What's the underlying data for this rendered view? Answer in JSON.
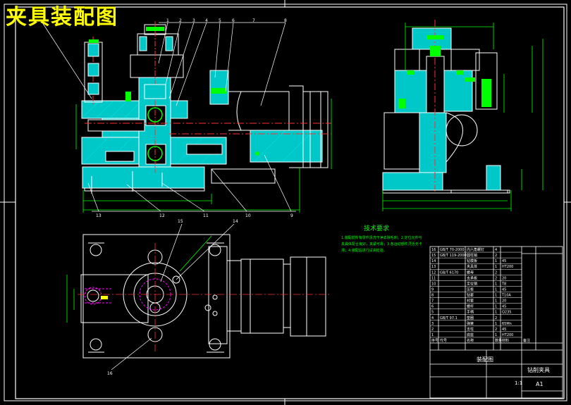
{
  "drawing": {
    "title": "夹具装配图",
    "scale_label": "1:1",
    "sheet_size": "A1",
    "notes_title": "技术要求",
    "notes_body": "1.装配前所有零件清洗干净去除毛刺；2.定位元件与夹具体配合良好，夹紧可靠；3.各运动部件灵活无卡滞；4.装配后进行试夹检验。",
    "assembly_name": "装配图",
    "fixture_name": "钻削夹具"
  },
  "colors": {
    "background": "#000000",
    "frame": "#ffffff",
    "outline": "#ffffff",
    "section_fill": "#00c8c8",
    "dimension": "#00ff00",
    "leader": "#ffffff",
    "hidden": "#ff00ff",
    "center": "#ff3030",
    "highlight": "#ffff00"
  },
  "balloons_top": [
    "1",
    "2",
    "3",
    "4",
    "5",
    "6",
    "7",
    "8"
  ],
  "balloons_bottom": [
    "13",
    "12",
    "11",
    "10",
    "9"
  ],
  "balloons_plan": [
    "15",
    "14",
    "16"
  ],
  "bom_rows": [
    [
      "16",
      "GB/T 70-2000",
      "内六角螺钉",
      "4",
      "",
      ""
    ],
    [
      "15",
      "GB/T 119-2000",
      "圆柱销",
      "2",
      "",
      ""
    ],
    [
      "14",
      "",
      "钻模板",
      "1",
      "45",
      ""
    ],
    [
      "13",
      "",
      "夹具体",
      "1",
      "HT200",
      ""
    ],
    [
      "12",
      "GB/T 6170",
      "螺母",
      "2",
      "",
      ""
    ],
    [
      "11",
      "",
      "支承板",
      "2",
      "20",
      ""
    ],
    [
      "10",
      "",
      "定位销",
      "1",
      "T8",
      ""
    ],
    [
      "9",
      "",
      "压板",
      "1",
      "45",
      ""
    ],
    [
      "8",
      "",
      "钻套",
      "1",
      "T10A",
      ""
    ],
    [
      "7",
      "",
      "衬套",
      "1",
      "20",
      ""
    ],
    [
      "6",
      "",
      "螺杆",
      "1",
      "45",
      ""
    ],
    [
      "5",
      "",
      "手柄",
      "1",
      "Q235",
      ""
    ],
    [
      "4",
      "GB/T 97.1",
      "垫圈",
      "2",
      "",
      ""
    ],
    [
      "3",
      "",
      "弹簧",
      "1",
      "65Mn",
      ""
    ],
    [
      "2",
      "",
      "支柱",
      "2",
      "45",
      ""
    ],
    [
      "1",
      "",
      "底座",
      "1",
      "HT200",
      ""
    ]
  ],
  "bom_header": [
    "序号",
    "代号",
    "名称",
    "数量",
    "材料",
    "备注"
  ]
}
